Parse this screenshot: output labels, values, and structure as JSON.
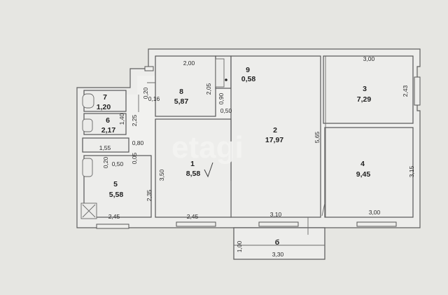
{
  "rooms": {
    "r1": {
      "number": "1",
      "area": "8,58"
    },
    "r2": {
      "number": "2",
      "area": "17,97"
    },
    "r3": {
      "number": "3",
      "area": "7,29"
    },
    "r4": {
      "number": "4",
      "area": "9,45"
    },
    "r5": {
      "number": "5",
      "area": "5,58"
    },
    "r6": {
      "number": "6",
      "area": "2,17"
    },
    "r7": {
      "number": "7",
      "area": "1,20"
    },
    "r8": {
      "number": "8",
      "area": "5,87"
    },
    "r9": {
      "number": "9",
      "area": "0,58"
    },
    "balcony": {
      "number": "б"
    }
  },
  "dimensions": {
    "top_8": "2,00",
    "top_3": "3,00",
    "v_8": "2,05",
    "v_9": "0,90",
    "h_050_top": "0,50",
    "h_016": "0,16",
    "v_020_top": "0,20",
    "v_140": "1,40",
    "v_225": "2,25",
    "h_155": "1,55",
    "h_080": "0,80",
    "v_020_mid": "0,20",
    "h_050_mid": "0,50",
    "v_005": "0,05",
    "v_350": "3,50",
    "v_235": "2,35",
    "v_565": "5,65",
    "v_243": "2,43",
    "v_315": "3,15",
    "bottom_5": "2,45",
    "bottom_1": "2,45",
    "bottom_2": "3,10",
    "bottom_4": "3,00",
    "balcony_depth": "1,00",
    "balcony_width": "3,30"
  },
  "watermark": "etagi"
}
